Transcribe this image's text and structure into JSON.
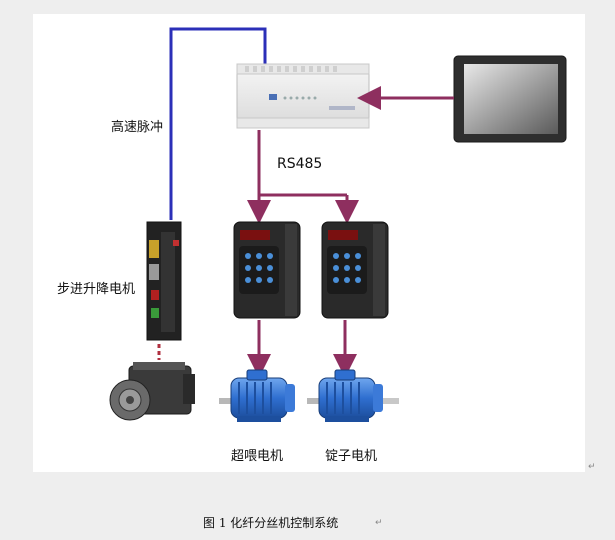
{
  "labels": {
    "pulse": "高速脉冲",
    "rs485": "RS485",
    "stepper": "步进升降电机",
    "motor_left": "超喂电机",
    "motor_right": "锭子电机"
  },
  "caption": "图 1  化纤分丝机控制系统",
  "marks": {
    "canvas_return": "↵",
    "caption_return": "↵"
  },
  "colors": {
    "pulse_line": "#2b2fb8",
    "link_line": "#8e2f5f",
    "motor_blue": "#2f6fd0",
    "drive_body": "#2a2a2a"
  }
}
